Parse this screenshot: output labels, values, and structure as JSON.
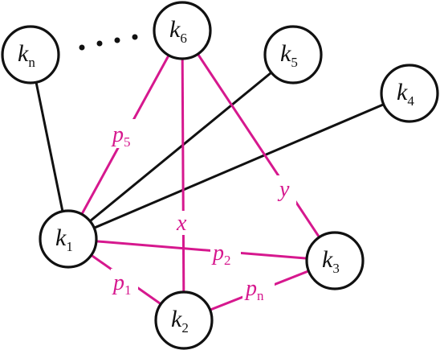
{
  "nodes": [
    {
      "id": "k1",
      "base": "k",
      "sub": "1"
    },
    {
      "id": "k2",
      "base": "k",
      "sub": "2"
    },
    {
      "id": "k3",
      "base": "k",
      "sub": "3"
    },
    {
      "id": "k4",
      "base": "k",
      "sub": "4"
    },
    {
      "id": "k5",
      "base": "k",
      "sub": "5"
    },
    {
      "id": "k6",
      "base": "k",
      "sub": "6"
    },
    {
      "id": "kn",
      "base": "k",
      "sub": "n"
    }
  ],
  "edges": [
    {
      "from": "k1",
      "to": "kn",
      "color": "#111111",
      "label": ""
    },
    {
      "from": "k1",
      "to": "k5",
      "color": "#111111",
      "label": ""
    },
    {
      "from": "k1",
      "to": "k4",
      "color": "#111111",
      "label": ""
    },
    {
      "from": "k1",
      "to": "k6",
      "color": "#d6188e",
      "label_base": "p",
      "label_sub": "5"
    },
    {
      "from": "k6",
      "to": "k2",
      "color": "#d6188e",
      "label_base": "x",
      "label_sub": ""
    },
    {
      "from": "k6",
      "to": "k3",
      "color": "#d6188e",
      "label_base": "y",
      "label_sub": ""
    },
    {
      "from": "k1",
      "to": "k3",
      "color": "#d6188e",
      "label_base": "p",
      "label_sub": "2"
    },
    {
      "from": "k1",
      "to": "k2",
      "color": "#d6188e",
      "label_base": "p",
      "label_sub": "1"
    },
    {
      "from": "k2",
      "to": "k3",
      "color": "#d6188e",
      "label_base": "p",
      "label_sub": "n"
    }
  ],
  "colors": {
    "highlight": "#d6188e",
    "default": "#111111"
  }
}
